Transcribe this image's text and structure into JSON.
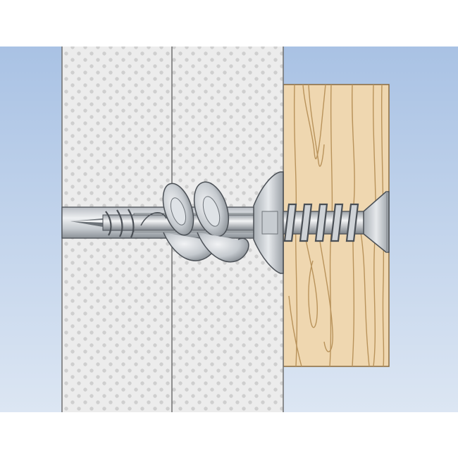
{
  "illustration": {
    "colors": {
      "background_top": "#a9c2e4",
      "background_bottom": "#dce6f3",
      "board_fill": "#ececec",
      "board_dot": "#cfcfcf",
      "board_line": "#6f6f6f",
      "wood_fill": "#efd7b0",
      "wood_grain": "#b9935b",
      "wood_outline": "#8a6a3d",
      "metal_light": "#e4e7ea",
      "metal_mid": "#b8bdc3",
      "metal_dark": "#6c7278",
      "metal_outline": "#4a4f55"
    },
    "icons": [
      "drywall-panel-left",
      "drywall-panel-right",
      "wooden-batten",
      "plastic-anchor-shaft",
      "spiral-thread",
      "countersunk-screw"
    ]
  }
}
